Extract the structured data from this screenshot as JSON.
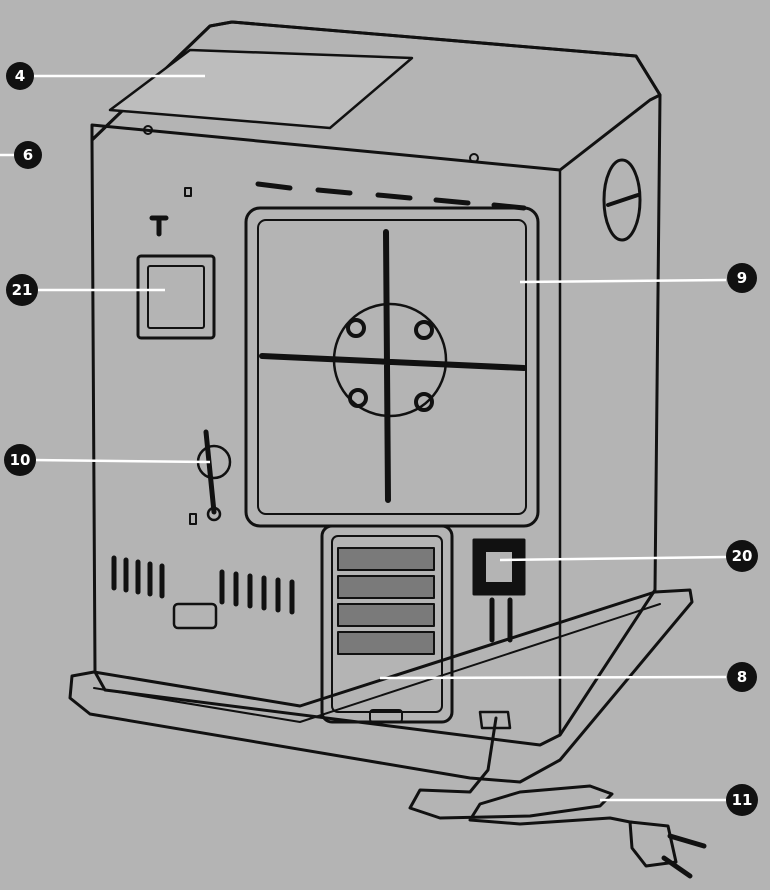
{
  "colors": {
    "background": "#b4b4b4",
    "line": "#111111",
    "callout_fill": "#111111",
    "callout_text": "#ffffff",
    "leader": "#ffffff"
  },
  "callouts": [
    {
      "id": "c4",
      "label": "4"
    },
    {
      "id": "c6",
      "label": "6"
    },
    {
      "id": "c21",
      "label": "21"
    },
    {
      "id": "c10",
      "label": "10"
    },
    {
      "id": "c9",
      "label": "9"
    },
    {
      "id": "c20",
      "label": "20"
    },
    {
      "id": "c8",
      "label": "8"
    },
    {
      "id": "c11",
      "label": "11"
    }
  ]
}
